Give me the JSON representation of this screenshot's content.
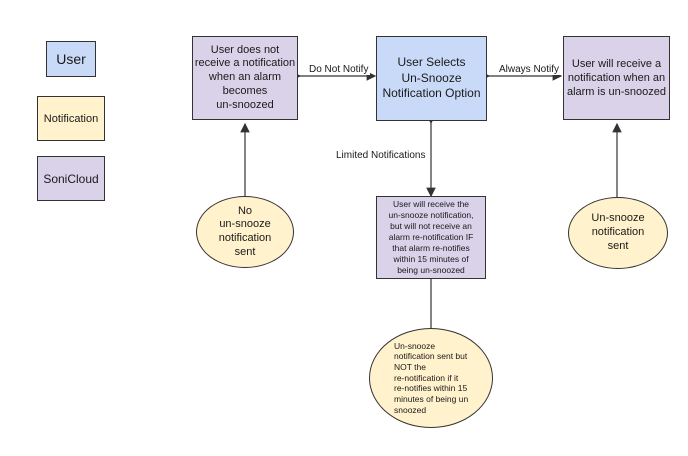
{
  "legend": {
    "user": "User",
    "notification": "Notification",
    "sonicloud": "SoniCloud"
  },
  "nodes": {
    "center": "User Selects\nUn-Snooze\nNotification Option",
    "left": "User does not\nreceive a notification\nwhen an alarm\nbecomes\nun-snoozed",
    "right": "User will receive a\nnotification when an\nalarm is un-snoozed",
    "middle": "User will receive the\nun-snooze notification,\nbut will not receive an\nalarm re-notification IF\nthat alarm re-notifies\nwithin 15 minutes of\nbeing un-snoozed",
    "ellipse_left": "No\nun-snooze\nnotification\nsent",
    "ellipse_right": "Un-snooze\nnotification\nsent",
    "ellipse_bottom": "Un-snooze\nnotification sent but\nNOT the\nre-notification if it\nre-notifies within 15\nminutes of being un\nsnoozed"
  },
  "edges": {
    "do_not_notify": "Do Not Notify",
    "always_notify": "Always Notify",
    "limited_notifications": "Limited Notifications"
  },
  "colors": {
    "user": "#c9daf8",
    "notification": "#fff2cc",
    "sonicloud": "#d9d2e9",
    "line": "#333333"
  }
}
